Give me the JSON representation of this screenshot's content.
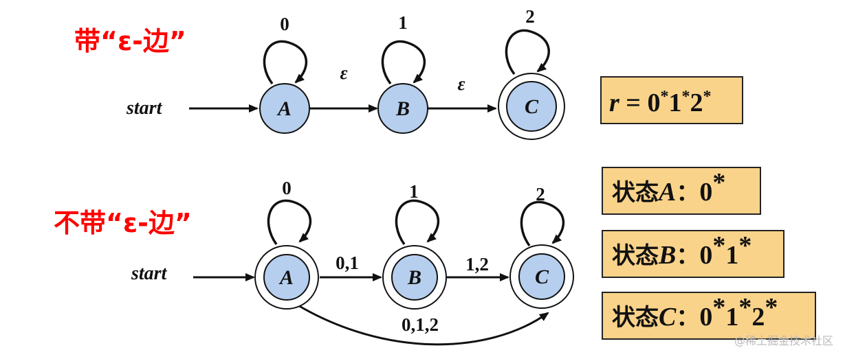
{
  "top_heading": "带“ε-边”",
  "bottom_heading": "不带“ε-边”",
  "colors": {
    "heading": "#ff0000",
    "state_fill": "#b7cfee",
    "box_fill": "#fad38a"
  },
  "top_diagram": {
    "start_label": "start",
    "states": [
      {
        "id": "A",
        "loop_label": "0",
        "accepting": false
      },
      {
        "id": "B",
        "loop_label": "1",
        "accepting": false
      },
      {
        "id": "C",
        "loop_label": "2",
        "accepting": true
      }
    ],
    "edges": [
      {
        "from": "A",
        "to": "B",
        "label": "ε"
      },
      {
        "from": "B",
        "to": "C",
        "label": "ε"
      }
    ],
    "regex": {
      "lhs": "r",
      "eq": "=",
      "terms": [
        "0",
        "1",
        "2"
      ],
      "star": "*"
    }
  },
  "bottom_diagram": {
    "start_label": "start",
    "states": [
      {
        "id": "A",
        "loop_label": "0",
        "accepting": true
      },
      {
        "id": "B",
        "loop_label": "1",
        "accepting": true
      },
      {
        "id": "C",
        "loop_label": "2",
        "accepting": true
      }
    ],
    "edges": [
      {
        "from": "A",
        "to": "B",
        "label": "0,1"
      },
      {
        "from": "B",
        "to": "C",
        "label": "1,2"
      },
      {
        "from": "A",
        "to": "C",
        "label": "0,1,2"
      }
    ]
  },
  "state_boxes": [
    {
      "prefix": "状态",
      "state": "A",
      "colon": "：",
      "terms": [
        "0"
      ]
    },
    {
      "prefix": "状态",
      "state": "B",
      "colon": "：",
      "terms": [
        "0",
        "1"
      ]
    },
    {
      "prefix": "状态",
      "state": "C",
      "colon": "：",
      "terms": [
        "0",
        "1",
        "2"
      ]
    }
  ],
  "star": "*",
  "watermark": "@稀土掘金技术社区"
}
